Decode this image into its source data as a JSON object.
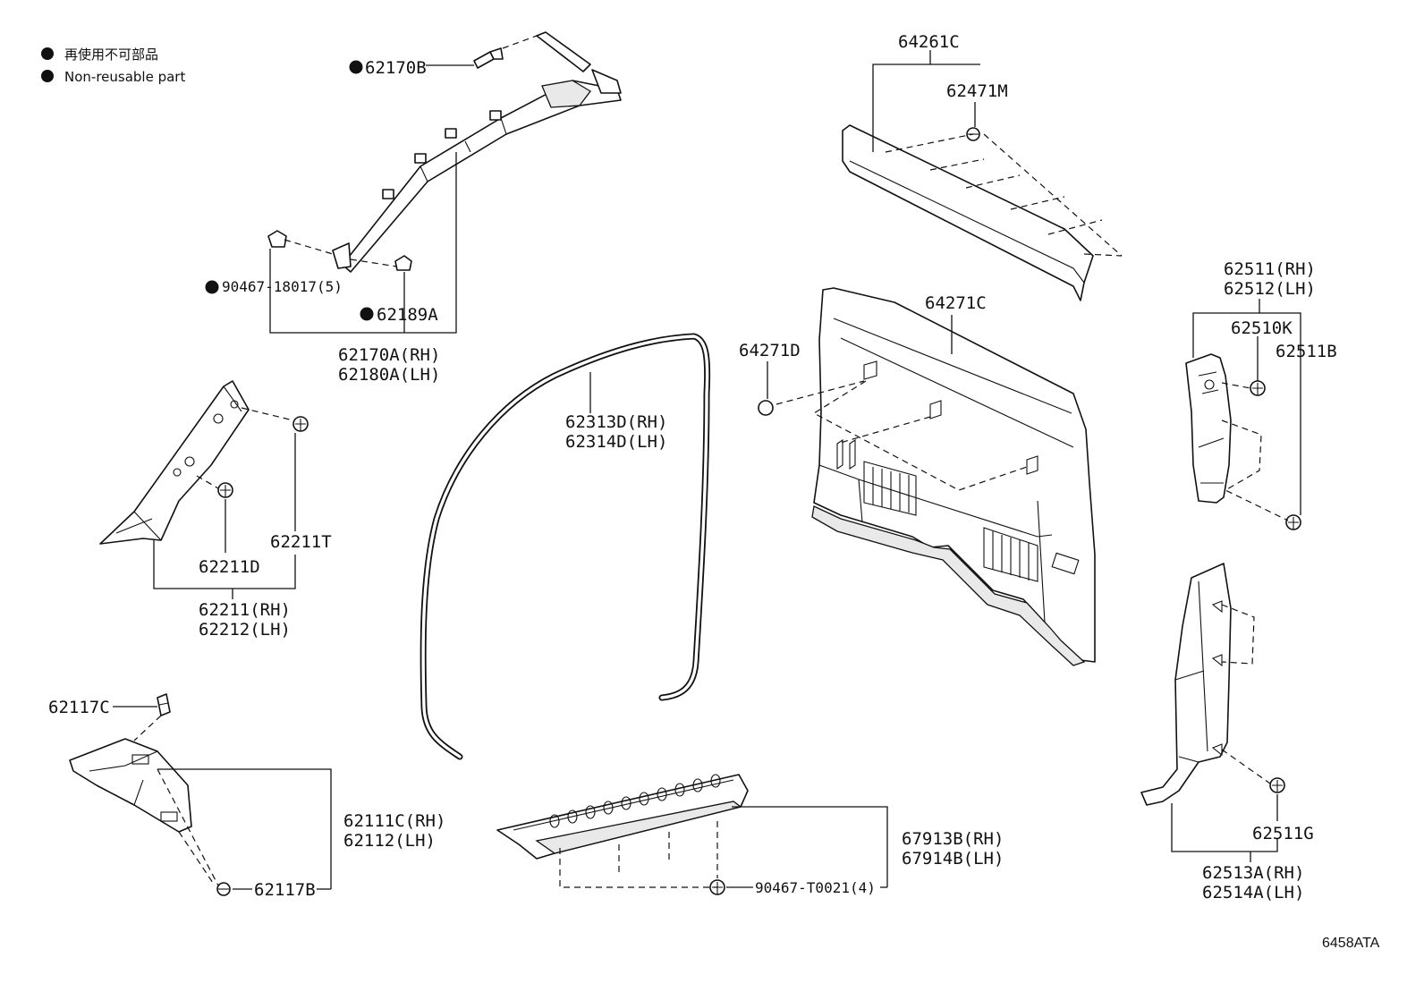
{
  "legend": {
    "items": [
      {
        "text_ja": "再使用不可部品",
        "symbol": "filled-circle"
      },
      {
        "text_en": "Non-reusable part",
        "symbol": "filled-circle"
      }
    ]
  },
  "diagram_code": "6458ATA",
  "labels": {
    "p62170B": "62170B",
    "p90467_18017": "90467-18017(5)",
    "p62189A": "62189A",
    "p62170A": "62170A(RH)",
    "p62180A": "62180A(LH)",
    "p62211T": "62211T",
    "p62211D": "62211D",
    "p62211": "62211(RH)",
    "p62212": "62212(LH)",
    "p62117C": "62117C",
    "p62111C": "62111C(RH)",
    "p62112": "62112(LH)",
    "p62117B": "62117B",
    "p62313D": "62313D(RH)",
    "p62314D": "62314D(LH)",
    "p64261C": "64261C",
    "p62471M": "62471M",
    "p64271C": "64271C",
    "p64271D": "64271D",
    "p62511": "62511(RH)",
    "p62512": "62512(LH)",
    "p62510K": "62510K",
    "p62511B": "62511B",
    "p62511G": "62511G",
    "p62513A": "62513A(RH)",
    "p62514A": "62514A(LH)",
    "p67913B": "67913B(RH)",
    "p67914B": "67914B(LH)",
    "p90467_T0021": "90467-T0021(4)"
  },
  "non_reusable_marked": [
    "62170B",
    "90467-18017(5)",
    "62189A"
  ]
}
